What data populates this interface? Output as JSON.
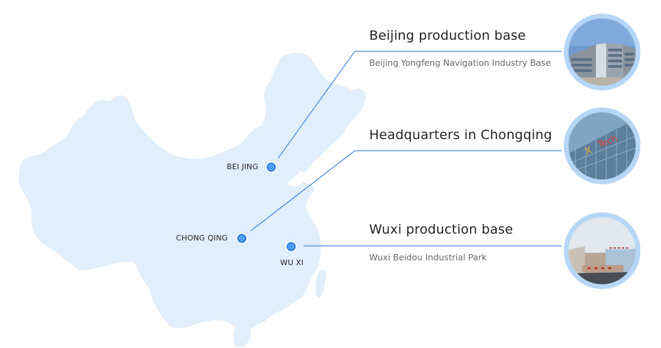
{
  "colors": {
    "map_fill": "#e1eefb",
    "line": "#1a6ed8",
    "dot": "#1e7ae6",
    "photo_ring": "#b6d6f7"
  },
  "cities": [
    {
      "id": "beijing",
      "label": "BEI JING",
      "marker_icon": "location-dot-icon"
    },
    {
      "id": "chongqing",
      "label": "CHONG QING",
      "marker_icon": "location-dot-icon"
    },
    {
      "id": "wuxi",
      "label": "WU XI",
      "marker_icon": "location-dot-icon"
    }
  ],
  "bases": [
    {
      "title": "Beijing production base",
      "subtitle": "Beijing Yongfeng Navigation Industry Base",
      "photo": "office-building-photo"
    },
    {
      "title": "Headquarters in Chongqing",
      "subtitle": "",
      "photo": "xiantech-headquarters-photo"
    },
    {
      "title": "Wuxi production base",
      "subtitle": "Wuxi Beidou Industrial Park",
      "photo": "industrial-park-photo"
    }
  ]
}
